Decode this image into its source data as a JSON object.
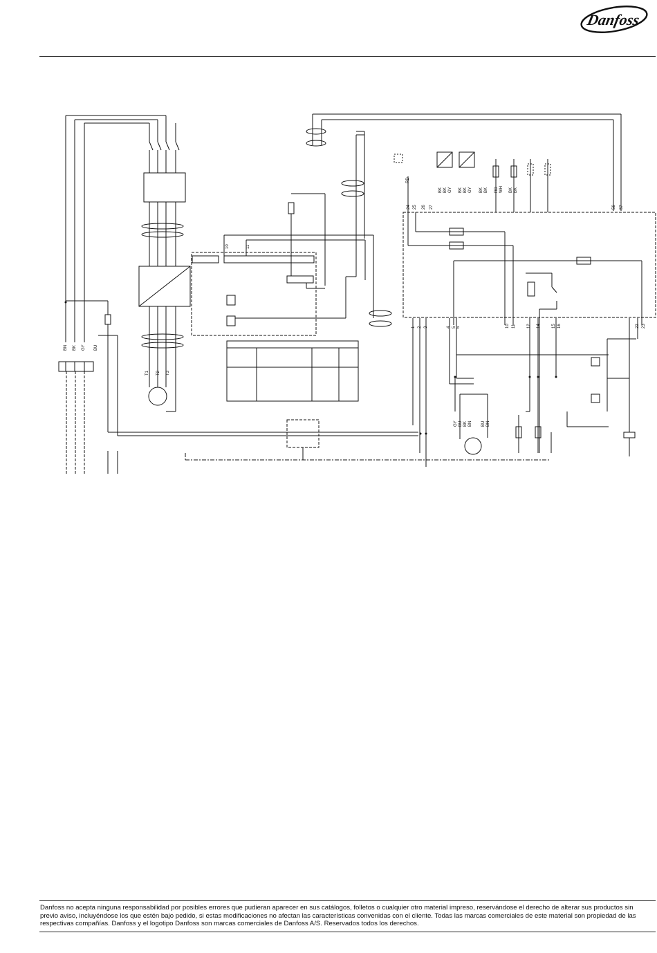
{
  "brand": {
    "logo_text": "Danfoss"
  },
  "diagram": {
    "wire_colors": [
      "BN",
      "BK",
      "GY",
      "BU"
    ],
    "motor_phases": [
      "T1",
      "T2",
      "T3"
    ],
    "terminal_row_top": [
      "24",
      "25",
      "26",
      "27",
      "56",
      "57"
    ],
    "terminal_row_bottom": [
      "1",
      "2",
      "3",
      "4",
      "5",
      "6",
      "10",
      "11",
      "12",
      "14",
      "15",
      "16",
      "22",
      "23"
    ],
    "relay_wires": [
      "BK",
      "BK",
      "GY",
      "BK",
      "BK",
      "GY",
      "BK",
      "BK",
      "RD",
      "WH",
      "BK",
      "BK"
    ],
    "fan_wires": [
      "GY",
      "BU",
      "BK",
      "BN",
      "BU",
      "BN"
    ],
    "sensor_wire": "RD",
    "io_terminals": [
      "10",
      "11"
    ]
  },
  "footer": {
    "disclaimer": "Danfoss no acepta ninguna responsabilidad por posibles errores que pudieran aparecer en sus catálogos, folletos o cualquier otro material impreso, reservándose el derecho de alterar sus productos sin previo aviso, incluyéndose los que estén bajo pedido, si estas modificaciones no afectan las características convenidas con el cliente. Todas las marcas comerciales de este material son propiedad de las respectivas compañías. Danfoss y el logotipo Danfoss son marcas comerciales de Danfoss A/S. Reservados todos los derechos."
  }
}
